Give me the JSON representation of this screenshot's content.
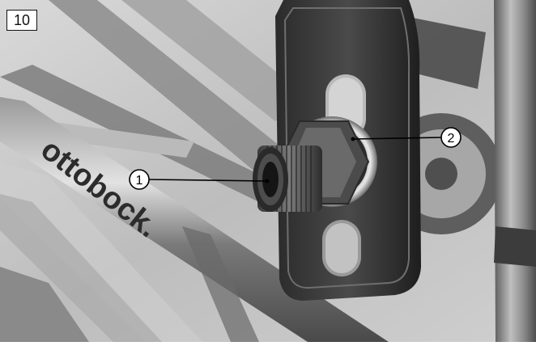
{
  "figure": {
    "number": "10",
    "brand_text": "ottobock.",
    "callouts": [
      {
        "label": "1"
      },
      {
        "label": "2"
      }
    ]
  }
}
